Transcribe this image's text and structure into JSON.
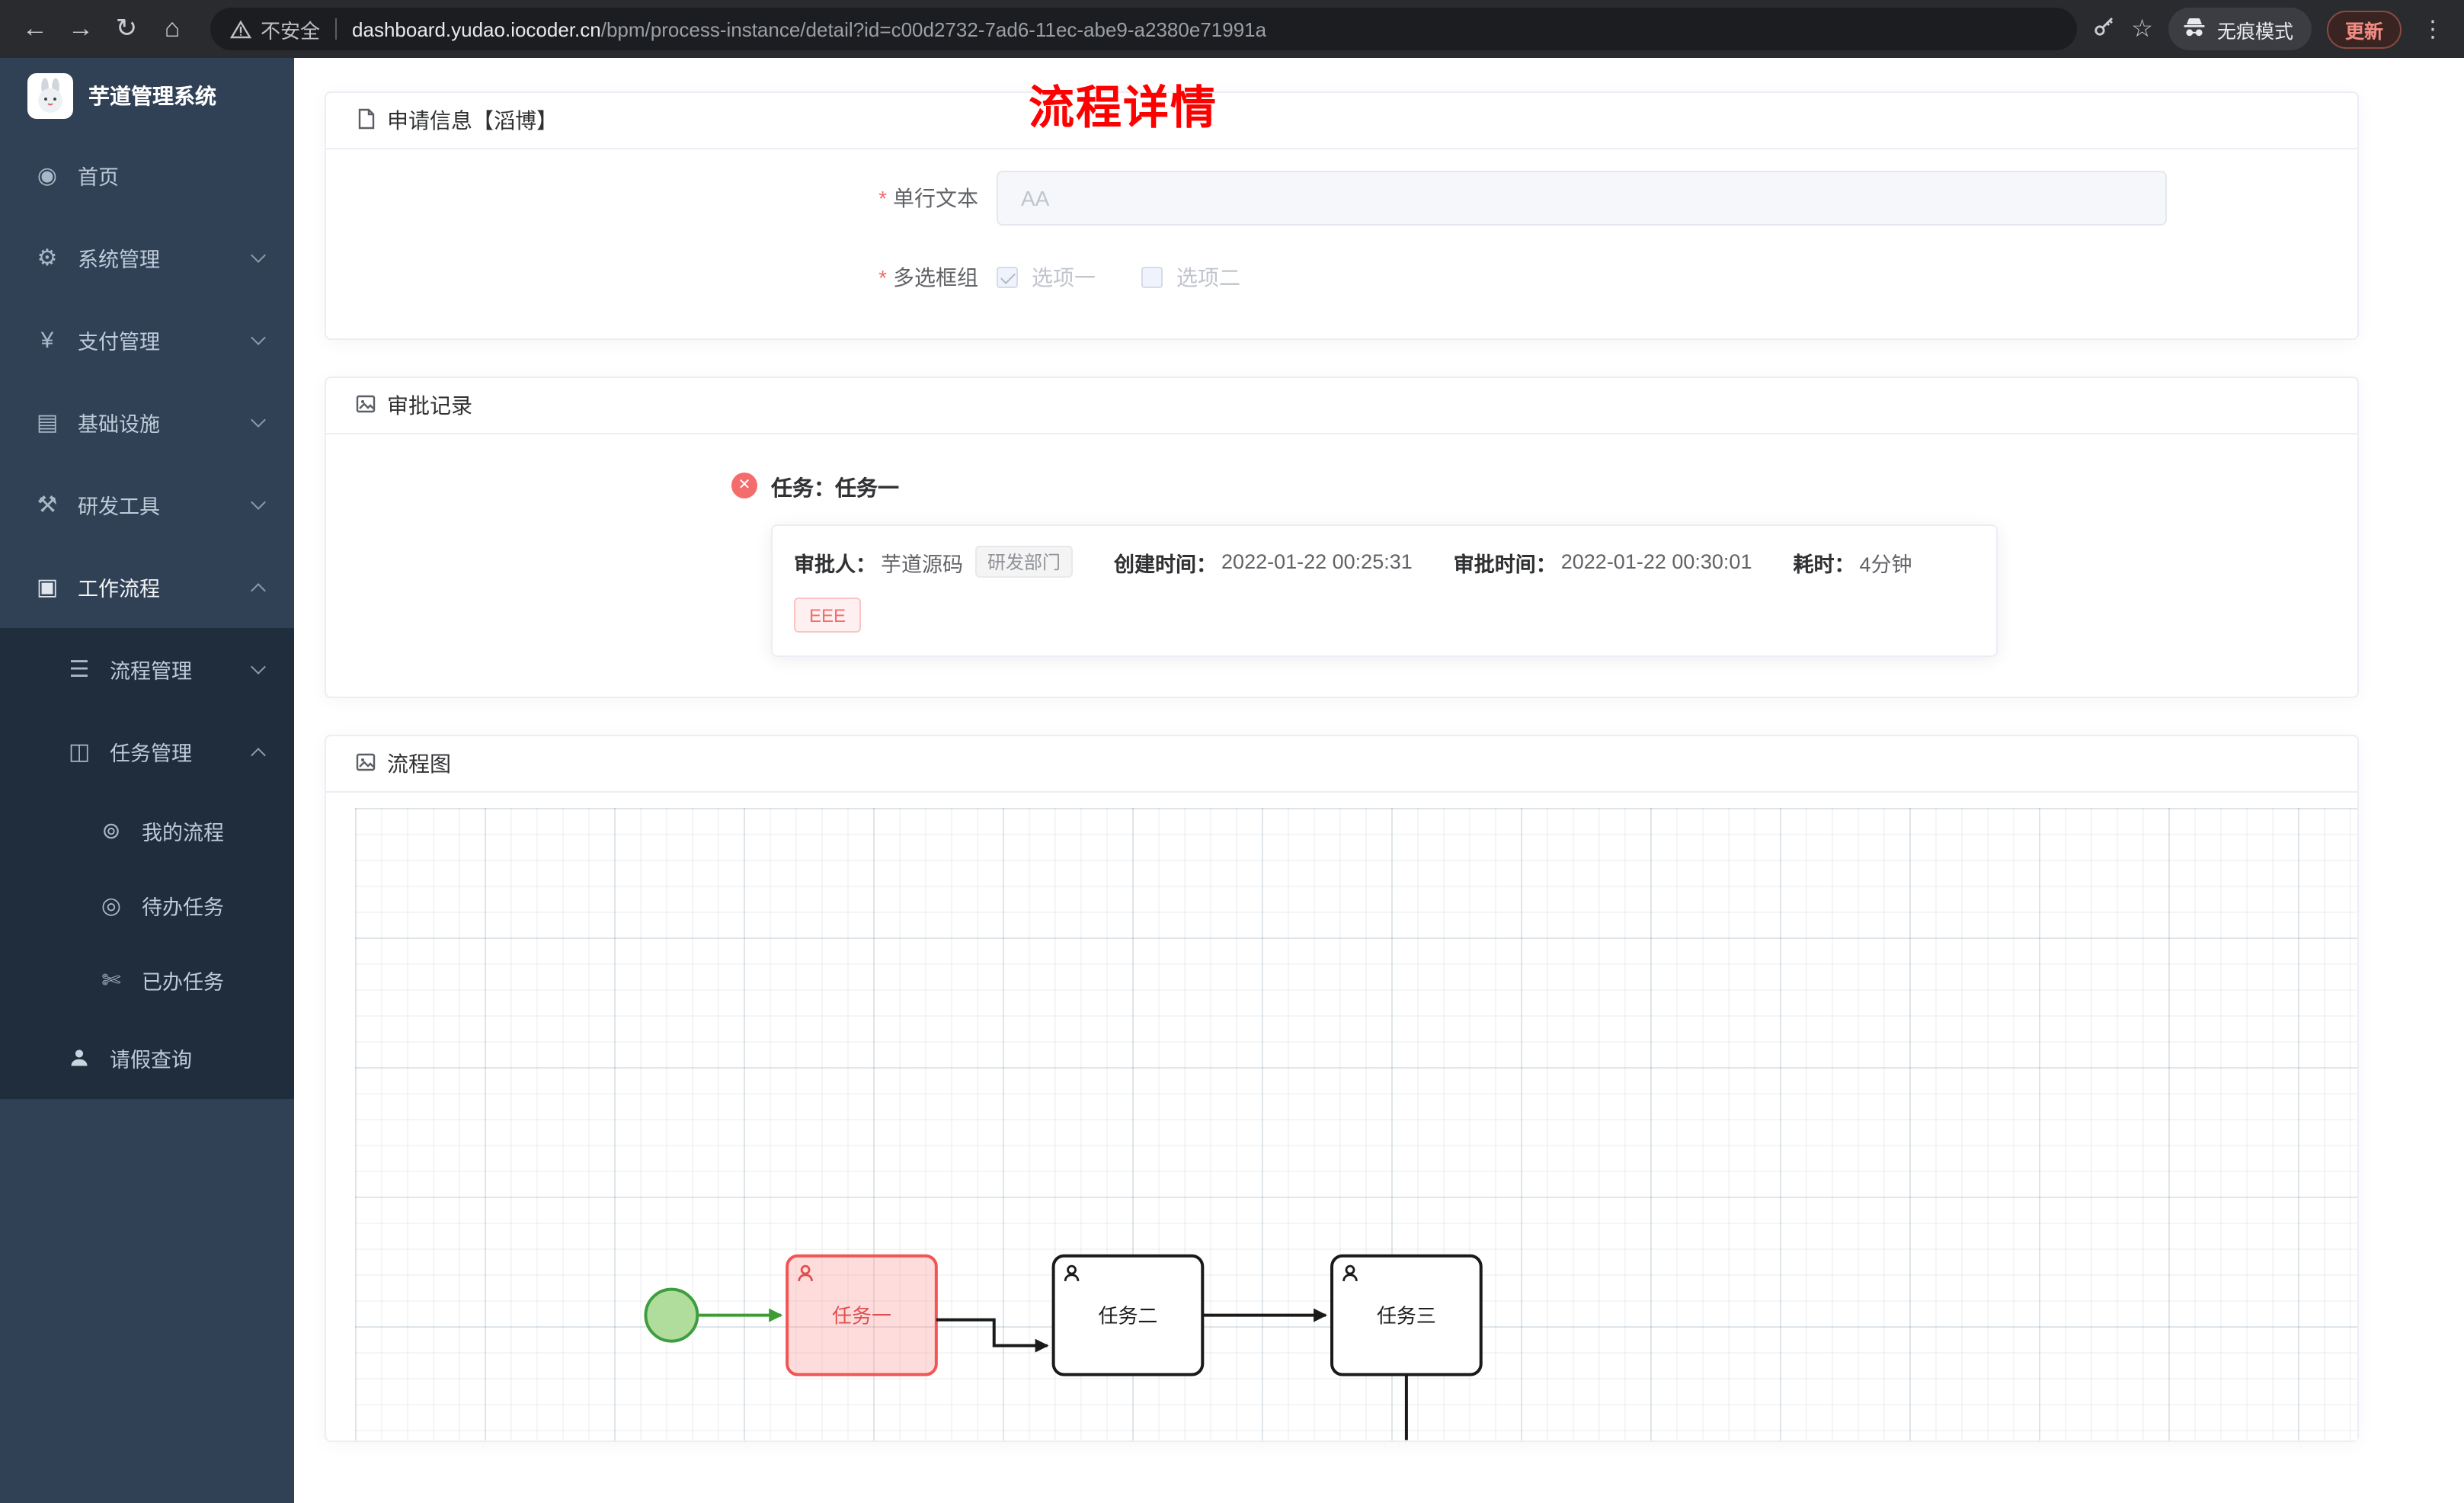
{
  "browser": {
    "security_label": "不安全",
    "url_host": "dashboard.yudao.iocoder.cn",
    "url_path": "/bpm/process-instance/detail?id=c00d2732-7ad6-11ec-abe9-a2380e71991a",
    "incognito_label": "无痕模式",
    "update_label": "更新",
    "icons": {
      "back": "←",
      "forward": "→",
      "reload": "↻",
      "home": "⌂",
      "star": "☆",
      "menu": "⋮"
    }
  },
  "sidebar": {
    "app_title": "芋道管理系统",
    "items": [
      {
        "label": "首页",
        "icon": "◉"
      },
      {
        "label": "系统管理",
        "icon": "⚙"
      },
      {
        "label": "支付管理",
        "icon": "¥"
      },
      {
        "label": "基础设施",
        "icon": "▤"
      },
      {
        "label": "研发工具",
        "icon": "⚒"
      },
      {
        "label": "工作流程",
        "icon": "▣"
      },
      {
        "label": "流程管理",
        "icon": "☰"
      },
      {
        "label": "任务管理",
        "icon": "◫"
      },
      {
        "label": "我的流程",
        "icon": "⊚"
      },
      {
        "label": "待办任务",
        "icon": "◎"
      },
      {
        "label": "已办任务",
        "icon": "✄"
      },
      {
        "label": "请假查询",
        "icon": ""
      }
    ]
  },
  "page": {
    "title": "流程详情"
  },
  "apply_card": {
    "title": "申请信息【滔博】",
    "text_field": {
      "label": "单行文本",
      "placeholder": "AA"
    },
    "checkbox_group": {
      "label": "多选框组",
      "options": [
        {
          "label": "选项一",
          "checked": true
        },
        {
          "label": "选项二",
          "checked": false
        }
      ]
    }
  },
  "approval_card": {
    "title": "审批记录",
    "task_title": "任务：任务一",
    "approver_label": "审批人：",
    "approver_name": "芋道源码",
    "dept_tag": "研发部门",
    "create_label": "创建时间：",
    "create_time": "2022-01-22 00:25:31",
    "approve_label": "审批时间：",
    "approve_time": "2022-01-22 00:30:01",
    "duration_label": "耗时：",
    "duration_value": "4分钟",
    "comment_tag": "EEE"
  },
  "diagram_card": {
    "title": "流程图",
    "start_event": {
      "type": "start",
      "state": "completed"
    },
    "nodes": [
      {
        "label": "任务一",
        "state": "active"
      },
      {
        "label": "任务二",
        "state": "default"
      },
      {
        "label": "任务三",
        "state": "default"
      }
    ]
  }
}
